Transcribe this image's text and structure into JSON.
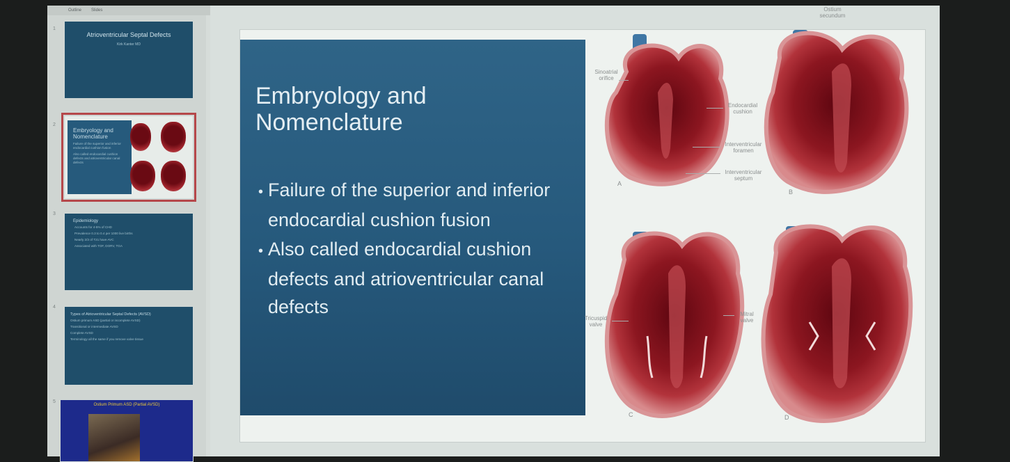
{
  "topbar": {
    "tab_outline": "Outline",
    "tab_slides": "Slides"
  },
  "thumbnails": [
    {
      "num": "1",
      "title": "Atrioventricular Septal Defects",
      "subtitle": "Kirk Kanter MD"
    },
    {
      "num": "2",
      "title": "Embryology and Nomenclature",
      "lines": [
        "Failure of the superior and inferior endocardial cushion fusion",
        "Also called endocardial cushion defects and atrioventricular canal defects"
      ]
    },
    {
      "num": "3",
      "title": "Epidemiology",
      "lines": [
        "Accounts for 4-5% of CHD",
        "Prevalence 0.3 to 0.4 per 1000 live births",
        "Nearly 2/3 of T21 have AVC",
        "Associated with TOF, DORV, TGA"
      ]
    },
    {
      "num": "4",
      "title": "Types of Atrioventricular Septal Defects (AVSD)",
      "lines": [
        "Ostium primum ASD (partial or incomplete AVSD)",
        "Transitional or intermediate AVSD",
        "Complete AVSD",
        "Terminology all the same if you remove valve tissue"
      ]
    },
    {
      "num": "5",
      "title": "Ostium Primum ASD (Partial AVSD)"
    }
  ],
  "slide": {
    "title": "Embryology and\nNomenclature",
    "bullets": [
      "Failure of the superior and inferior endocardial cushion fusion",
      "Also called endocardial cushion defects and atrioventricular canal defects"
    ]
  },
  "figure_labels": {
    "sinoatrial": "Sinoatrial\norifice",
    "endocardial": "Endocardial\ncushion",
    "foramen": "Interventricular\nforamen",
    "septum": "Interventricular\nseptum",
    "ostium": "Ostium\nsecundum",
    "tricuspid": "Tricuspid\nvalve",
    "mitral": "Mitral\nvalve",
    "letter_a": "A",
    "letter_b": "B",
    "letter_c": "C",
    "letter_d": "D"
  },
  "colors": {
    "panel_blue": "#2a5c80",
    "heart_red": "#a2252d",
    "selected_border": "#b5474a"
  }
}
